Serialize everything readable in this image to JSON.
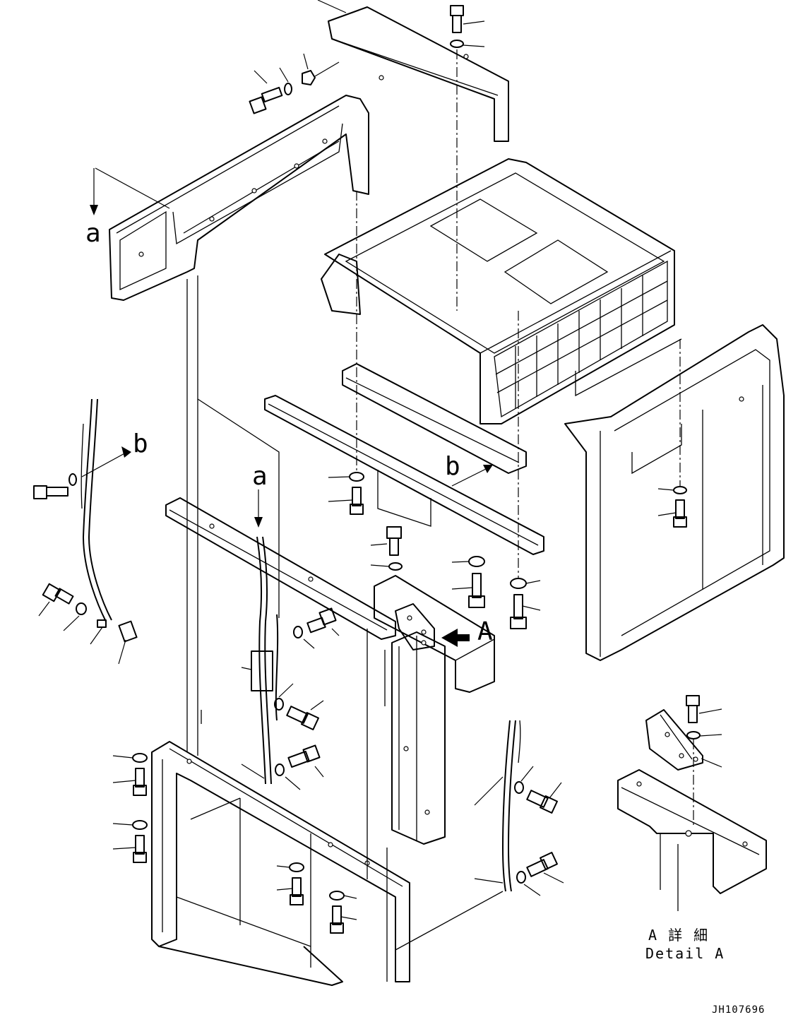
{
  "callouts": {
    "a_top": "a",
    "a_mid": "a",
    "b_left": "b",
    "b_mid": "b",
    "A_arrow": "A"
  },
  "detail": {
    "caption_jp": "A 詳 細",
    "caption_en": "Detail A"
  },
  "drawing_code": "JH107696"
}
